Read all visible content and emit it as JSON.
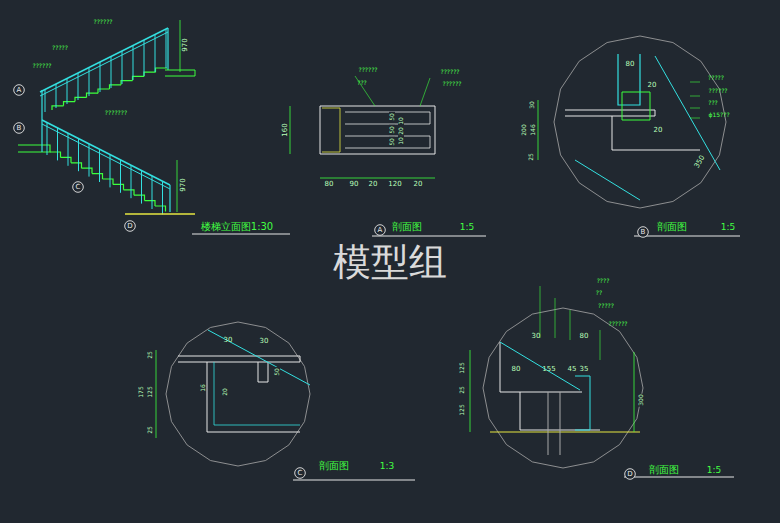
{
  "diagram": {
    "nodes": [
      {
        "text": [
          "A"
        ]
      },
      {
        "text": [
          "B"
        ]
      },
      {
        "text": [
          "C"
        ]
      },
      {
        "text": [
          "D"
        ]
      },
      {
        "text": [
          "A"
        ]
      },
      {
        "text": [
          "B"
        ]
      },
      {
        "text": [
          "C"
        ]
      },
      {
        "text": [
          "D"
        ]
      }
    ],
    "labels": [
      "模型组",
      "??????",
      "?????",
      "??????",
      "???????",
      "970",
      "970",
      "楼梯立面图1:30",
      "??????",
      "???",
      "??????",
      "??????",
      "160",
      "80",
      "90",
      "20",
      "120",
      "20",
      "50",
      "50",
      "50",
      "10",
      "20",
      "10",
      "剖面图",
      "1:5",
      "80",
      "?????",
      "??????",
      "???",
      "ϕ15???",
      "20",
      "20",
      "30",
      "200",
      "146",
      "25",
      "350",
      "剖面图",
      "1:5",
      "25",
      "175",
      "125",
      "25",
      "30",
      "30",
      "50",
      "16",
      "20",
      "剖面图",
      "1:3",
      "????",
      "??",
      "?????",
      "??????",
      "30",
      "80",
      "125",
      "25",
      "125",
      "80",
      "155",
      "45",
      "35",
      "300",
      "剖面图",
      "1:5"
    ]
  }
}
